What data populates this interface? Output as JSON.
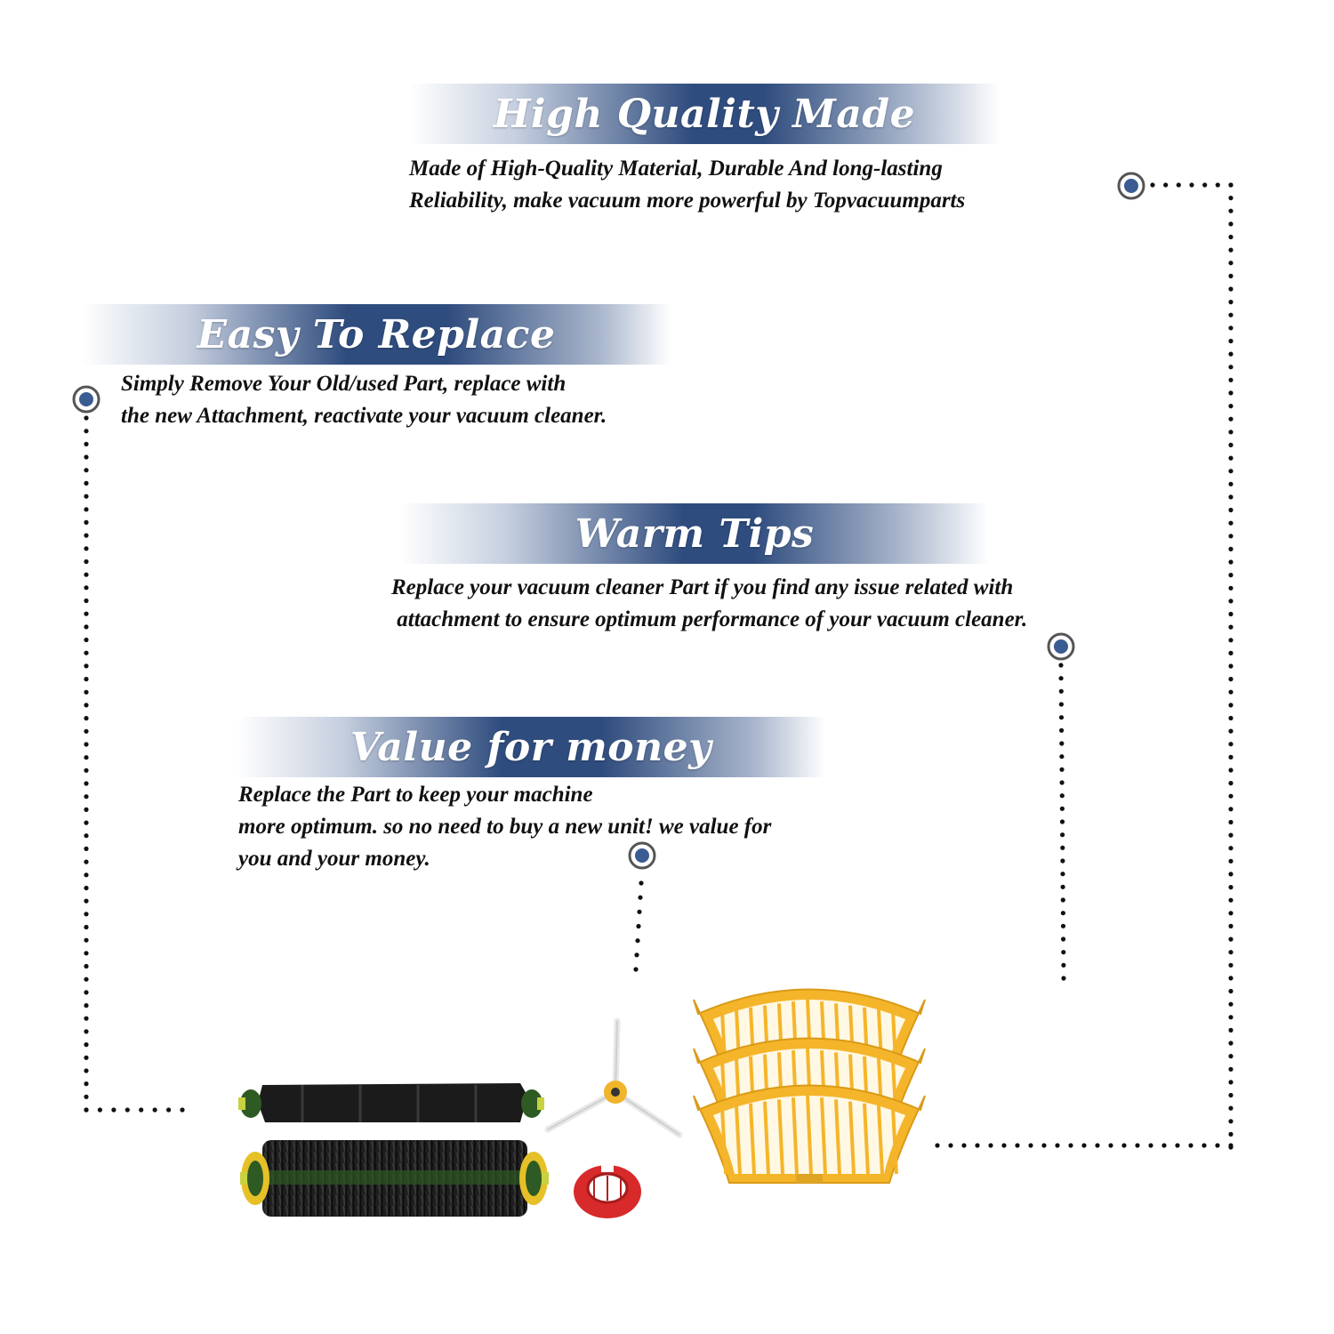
{
  "colors": {
    "banner_dark": "#2f4c7e",
    "banner_light": "#ffffff",
    "text": "#111111",
    "dot": "#111111",
    "marker_ring": "#555555",
    "marker_core": "#3b5c92",
    "filter_yellow": "#f5b52a",
    "roller_green": "#2e5a23",
    "roller_dark": "#1d1d1d",
    "tool_red": "#d82a2a"
  },
  "sections": [
    {
      "title": "High Quality Made",
      "lines": [
        "Made of  High-Quality Material, Durable And long-lasting",
        "Reliability, make vacuum more powerful by Topvacuumparts"
      ]
    },
    {
      "title": "Easy To Replace",
      "lines": [
        "Simply Remove Your Old/used Part, replace with",
        "the new Attachment, reactivate your vacuum cleaner."
      ]
    },
    {
      "title": "Warm Tips",
      "lines": [
        "Replace your vacuum cleaner Part if you find any issue related with",
        " attachment to ensure optimum performance of your vacuum cleaner."
      ]
    },
    {
      "title": "Value for money",
      "lines": [
        "Replace the Part to keep your machine",
        "more optimum. so no need to buy a new unit! we value for",
        "you and your money."
      ]
    }
  ],
  "products": [
    "main-brush-roller",
    "flexible-beater-roller",
    "side-brush",
    "cleaning-tool",
    "filter-stack"
  ]
}
